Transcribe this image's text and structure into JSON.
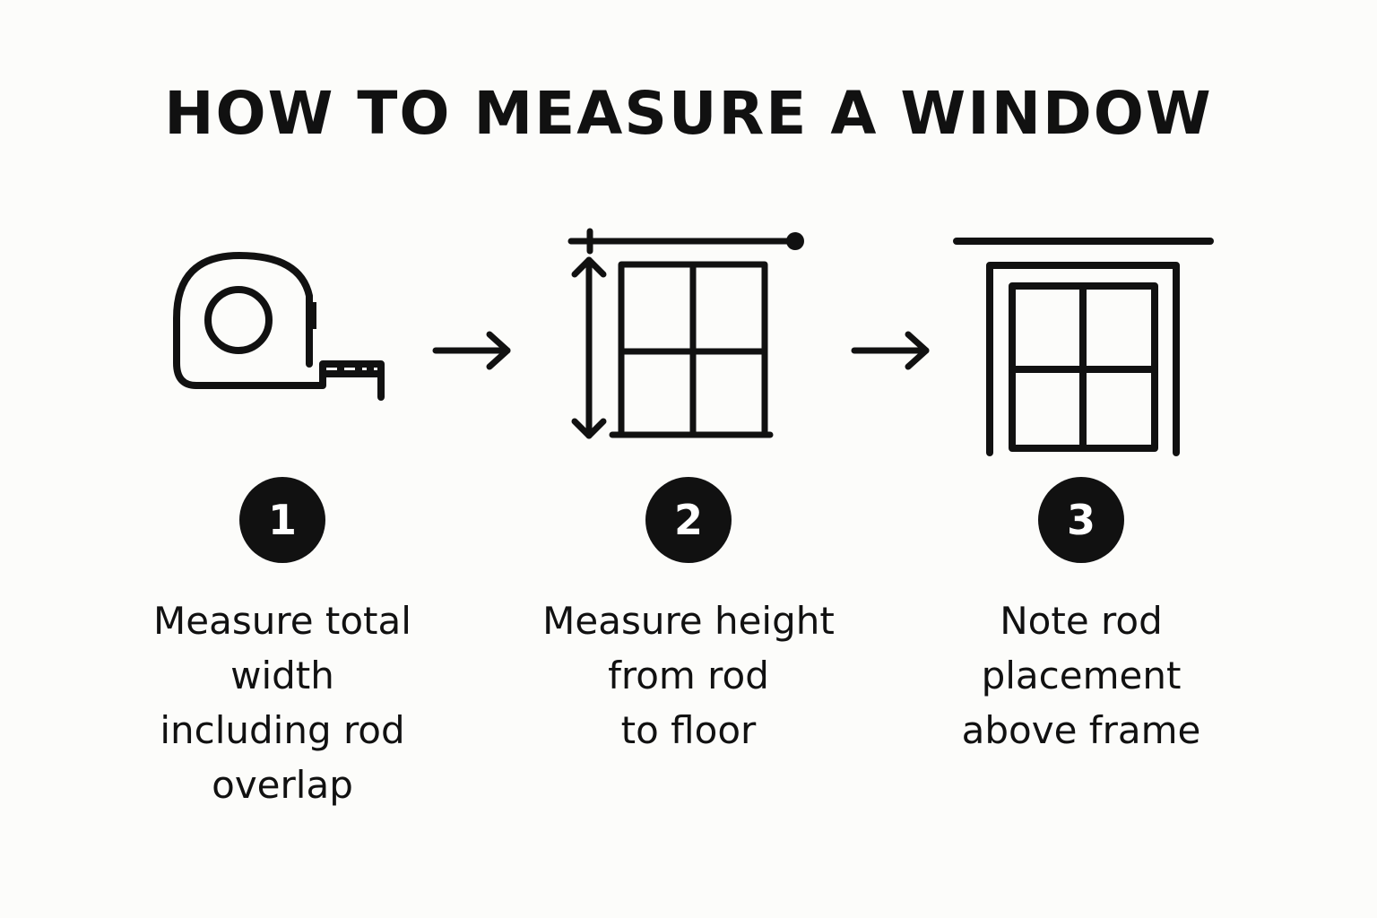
{
  "title": "HOW TO MEASURE A WINDOW",
  "colors": {
    "background": "#fcfcfa",
    "ink": "#111111",
    "badge_text": "#ffffff"
  },
  "steps": [
    {
      "number": "1",
      "icon": "tape-measure-icon",
      "caption_lines": [
        "Measure total",
        "width",
        "including rod",
        "overlap"
      ]
    },
    {
      "number": "2",
      "icon": "window-height-icon",
      "caption_lines": [
        "Measure height",
        "from rod",
        "to floor"
      ]
    },
    {
      "number": "3",
      "icon": "window-rod-placement-icon",
      "caption_lines": [
        "Note rod",
        "placement",
        "above frame"
      ]
    }
  ],
  "connectors": [
    "arrow-right-icon",
    "arrow-right-icon"
  ]
}
